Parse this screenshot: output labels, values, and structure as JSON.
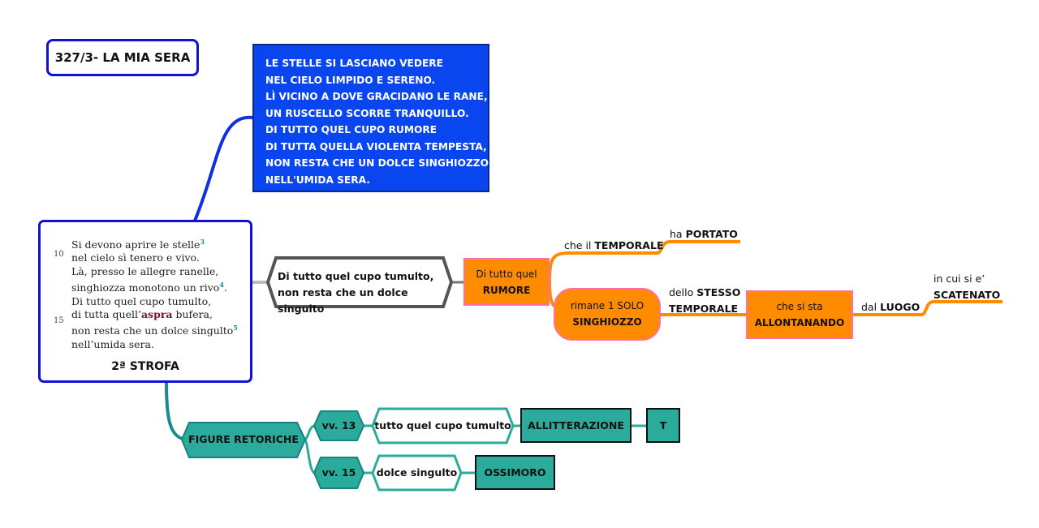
{
  "title": "327/3- LA MIA SERA",
  "summary": {
    "lines": [
      "LE STELLE SI LASCIANO VEDERE",
      "NEL CIELO LIMPIDO E SERENO.",
      "LÌ VICINO A DOVE GRACIDANO LE RANE,",
      "UN RUSCELLO SCORRE TRANQUILLO.",
      "DI TUTTO QUEL CUPO RUMORE",
      "DI TUTTA QUELLA VIOLENTA TEMPESTA,",
      "NON RESTA CHE UN DOLCE SINGHIOZZO",
      "NELL'UMIDA SERA."
    ]
  },
  "poem": {
    "line1": "Si devono aprire le stelle",
    "note1": "3",
    "line2": "nel cielo sì tenero e vivo.",
    "line3": "Là, presso le allegre ranelle,",
    "line4": "singhiozza monotono un rivo",
    "note4": "4",
    "line4_end": ".",
    "line5": "Di tutto quel cupo tumulto,",
    "line6_start": "di tutta quell’",
    "line6_word": "aspra",
    "line6_end": " bufera,",
    "line7": "non resta che un dolce singulto",
    "note7": "5",
    "line8": "nell’umida sera.",
    "num_10": "10",
    "num_15": "15",
    "stanza": "2ª STROFA"
  },
  "quote": {
    "line1": "Di tutto quel cupo tumulto,",
    "line2": "non resta che un dolce singulto"
  },
  "rumore": {
    "pre": "Di tutto quel",
    "main": "RUMORE"
  },
  "temporale_branch": {
    "pre": "che il",
    "main": "TEMPORALE"
  },
  "portato_branch": {
    "pre": "ha",
    "main": "PORTATO"
  },
  "singhiozzo": {
    "line1": "rimane 1 SOLO",
    "line2": "SINGHIOZZO"
  },
  "stesso_branch": {
    "pre": "dello",
    "main1": "STESSO",
    "main2": "TEMPORALE"
  },
  "allontanando": {
    "pre": "che si sta",
    "main": "ALLONTANANDO"
  },
  "luogo_branch": {
    "pre": "dal",
    "main": "LUOGO"
  },
  "scatenato_branch": {
    "pre": "in cui si e’",
    "main": "SCATENATO"
  },
  "figures": {
    "root": "FIGURE RETORICHE",
    "vv13": "vv. 13",
    "vv13_text": "tutto quel cupo tumulto",
    "vv13_figure": "ALLITTERAZIONE",
    "vv13_letter": "T",
    "vv15": "vv. 15",
    "vv15_text": "dolce singulto",
    "vv15_figure": "OSSIMORO"
  },
  "colors": {
    "blue": "#0a46f0",
    "orange": "#ff8c00",
    "teal": "#2aab9c",
    "gray": "#555555"
  }
}
